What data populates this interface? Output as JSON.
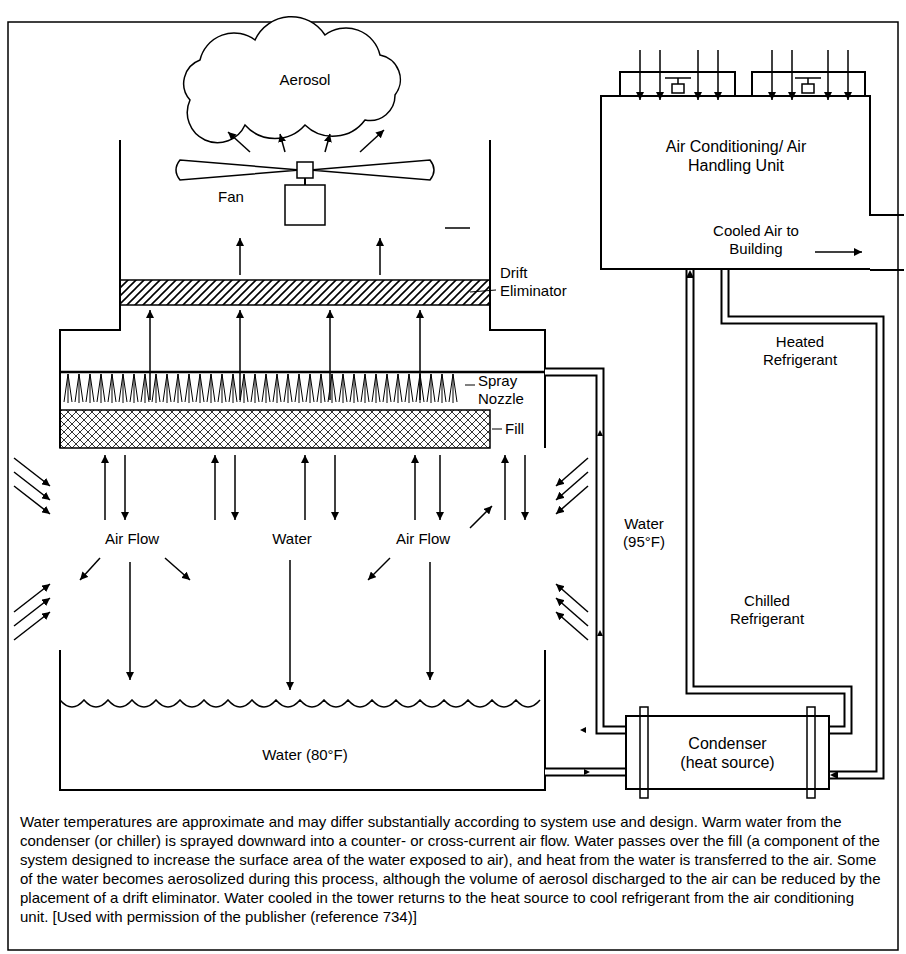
{
  "diagram": {
    "caption": "Water temperatures are approximate and may differ substantially according to system use and design. Warm water from the condenser (or chiller) is sprayed downward into a counter- or cross-current air flow. Water passes over the fill (a component of the system designed to increase the surface area of the water exposed to air), and heat from the water is transferred to the air. Some of the water becomes aerosolized during this process, although the volume of aerosol discharged to the air can be reduced by the placement of a drift eliminator. Water cooled in the tower returns to the heat source to cool refrigerant from the air conditioning unit. [Used with permission of the publisher (reference 734)]",
    "nodes": [
      {
        "text": [
          "Air Conditioning/ Air Handling Unit"
        ]
      },
      {
        "text": [
          "Condenser (heat source)"
        ]
      }
    ],
    "edges": [
      {
        "from": 0,
        "to": 1,
        "arrow": "to",
        "label": "Heated Refrigerant"
      },
      {
        "from": 1,
        "to": 0,
        "arrow": "to",
        "label": "Chilled Refrigerant"
      }
    ],
    "labels": [
      "Aerosol",
      "Fan",
      "Drift Eliminator",
      "Spray Nozzle",
      "Fill",
      "Air Flow",
      "Water",
      "Air Flow",
      "Water (95°F)",
      "Water (80°F)",
      "Cooled Air to Building"
    ]
  }
}
